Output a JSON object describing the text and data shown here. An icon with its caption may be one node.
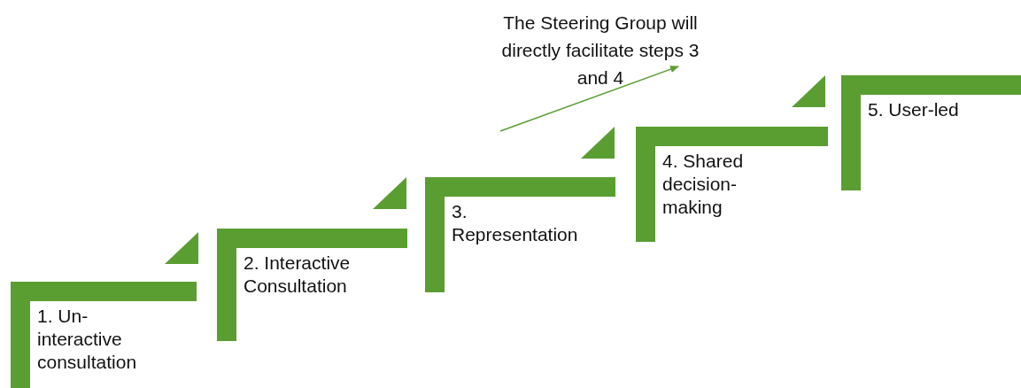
{
  "diagram": {
    "nodes": [
      {
        "text": [
          "1. Un-interactive consultation"
        ]
      },
      {
        "text": [
          "2. Interactive Consultation"
        ]
      },
      {
        "text": [
          "3. Representation"
        ]
      },
      {
        "text": [
          "4. Shared decision-making"
        ]
      },
      {
        "text": [
          "5. User-led"
        ]
      }
    ],
    "labels": [
      "The Steering Group will directly facilitate steps 3 and 4"
    ]
  }
}
